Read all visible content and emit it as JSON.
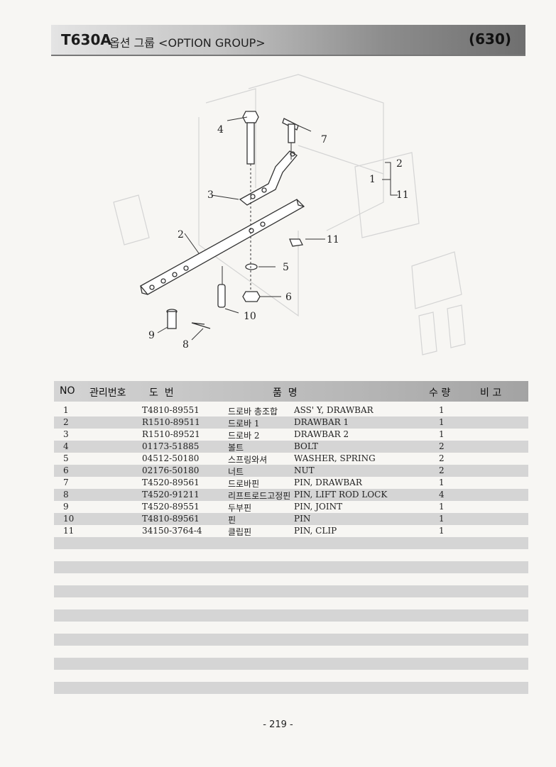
{
  "header": {
    "model": "T630A",
    "title": "옵션 그룹 <OPTION GROUP>",
    "code": "(630)"
  },
  "diagram": {
    "callouts": [
      "4",
      "7",
      "2",
      "1",
      "11",
      "3",
      "2",
      "11",
      "5",
      "6",
      "10",
      "9",
      "8"
    ]
  },
  "table": {
    "columns": {
      "no": "NO",
      "mgmt": "관리번호",
      "drawing": "도  번",
      "name": "품  명",
      "qty": "수 량",
      "remarks": "비 고"
    },
    "rows": [
      {
        "no": "1",
        "part": "T4810-89551",
        "kor": "드로바 총조합",
        "eng": "ASS' Y, DRAWBAR",
        "qty": "1"
      },
      {
        "no": "2",
        "part": "R1510-89511",
        "kor": "드로바 1",
        "eng": "DRAWBAR 1",
        "qty": "1"
      },
      {
        "no": "3",
        "part": "R1510-89521",
        "kor": "드로바 2",
        "eng": "DRAWBAR 2",
        "qty": "1"
      },
      {
        "no": "4",
        "part": "01173-51885",
        "kor": "볼트",
        "eng": "BOLT",
        "qty": "2"
      },
      {
        "no": "5",
        "part": "04512-50180",
        "kor": "스프링와셔",
        "eng": "WASHER, SPRING",
        "qty": "2"
      },
      {
        "no": "6",
        "part": "02176-50180",
        "kor": "너트",
        "eng": "NUT",
        "qty": "2"
      },
      {
        "no": "7",
        "part": "T4520-89561",
        "kor": "드로바핀",
        "eng": "PIN, DRAWBAR",
        "qty": "1"
      },
      {
        "no": "8",
        "part": "T4520-91211",
        "kor": "리프트로드고정핀",
        "eng": "PIN, LIFT ROD LOCK",
        "qty": "4"
      },
      {
        "no": "9",
        "part": "T4520-89551",
        "kor": "두부핀",
        "eng": "PIN, JOINT",
        "qty": "1"
      },
      {
        "no": "10",
        "part": "T4810-89561",
        "kor": "핀",
        "eng": "PIN",
        "qty": "1"
      },
      {
        "no": "11",
        "part": "34150-3764-4",
        "kor": "클립핀",
        "eng": "PIN, CLIP",
        "qty": "1"
      },
      {
        "no": "",
        "part": "",
        "kor": "",
        "eng": "",
        "qty": ""
      },
      {
        "no": "",
        "part": "",
        "kor": "",
        "eng": "",
        "qty": ""
      },
      {
        "no": "",
        "part": "",
        "kor": "",
        "eng": "",
        "qty": ""
      },
      {
        "no": "",
        "part": "",
        "kor": "",
        "eng": "",
        "qty": ""
      },
      {
        "no": "",
        "part": "",
        "kor": "",
        "eng": "",
        "qty": ""
      },
      {
        "no": "",
        "part": "",
        "kor": "",
        "eng": "",
        "qty": ""
      },
      {
        "no": "",
        "part": "",
        "kor": "",
        "eng": "",
        "qty": ""
      },
      {
        "no": "",
        "part": "",
        "kor": "",
        "eng": "",
        "qty": ""
      },
      {
        "no": "",
        "part": "",
        "kor": "",
        "eng": "",
        "qty": ""
      },
      {
        "no": "",
        "part": "",
        "kor": "",
        "eng": "",
        "qty": ""
      },
      {
        "no": "",
        "part": "",
        "kor": "",
        "eng": "",
        "qty": ""
      },
      {
        "no": "",
        "part": "",
        "kor": "",
        "eng": "",
        "qty": ""
      },
      {
        "no": "",
        "part": "",
        "kor": "",
        "eng": "",
        "qty": ""
      },
      {
        "no": "",
        "part": "",
        "kor": "",
        "eng": "",
        "qty": ""
      }
    ]
  },
  "footer": {
    "page": "- 219 -"
  }
}
